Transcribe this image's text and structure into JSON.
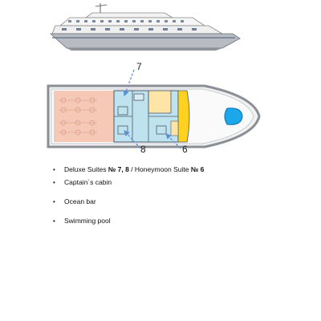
{
  "callouts": {
    "a": "7",
    "b": "8",
    "c": "6"
  },
  "legend": {
    "item1": {
      "part1": "Deluxe Suites ",
      "part2": "№ 7, 8",
      "part3": " / Honeymoon Suite ",
      "part4": "№ 6"
    },
    "item2": "Captain`s cabin",
    "item3": "Ocean bar",
    "item4": "Swimming pool"
  },
  "colors": {
    "hull": "#9aa0a6",
    "bar_area": "#f6c9b6",
    "suites": "#bfe3ee",
    "captain_cabin": "#ffe4a8",
    "bridge": "#ffd21f",
    "pool": "#1aa7ec",
    "arrow": "#5b8fd8"
  },
  "icons": [
    "ship-side-view",
    "deck-plan",
    "arrow-icon",
    "pool-icon"
  ]
}
